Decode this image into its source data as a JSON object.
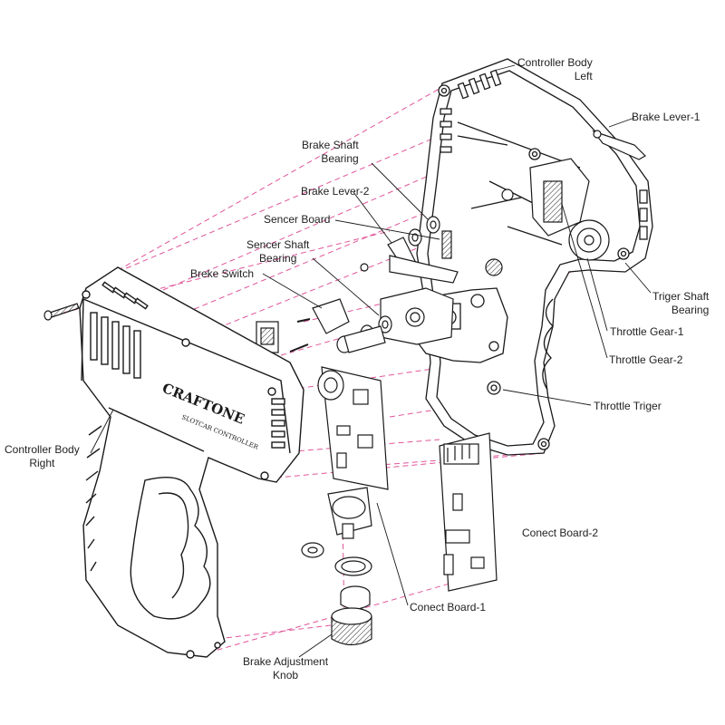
{
  "labels": {
    "controller_body_left": "Controller Body\nLeft",
    "brake_lever_1": "Brake Lever-1",
    "brake_shaft_bearing": "Brake Shaft\nBearing",
    "brake_lever_2": "Brake Lever-2",
    "sencer_board": "Sencer Board",
    "sencer_shaft_bearing": "Sencer Shaft\nBearing",
    "breke_switch": "Breke Switch",
    "triger_shaft_bearing": "Triger Shaft\nBearing",
    "throttle_gear_1": "Throttle Gear-1",
    "throttle_gear_2": "Throttle Gear-2",
    "throttle_triger": "Throttle Triger",
    "controller_body_right": "Controller Body\nRight",
    "conect_board_2": "Conect Board-2",
    "conect_board_1": "Conect Board-1",
    "brake_adjustment_knob": "Brake Adjustment\nKnob"
  },
  "body_marking": {
    "brand": "CRAFTONE",
    "sub": "SLOTCAR CONTROLLER"
  },
  "colors": {
    "line": "#1a1a1a",
    "guide": "#e0559a"
  }
}
